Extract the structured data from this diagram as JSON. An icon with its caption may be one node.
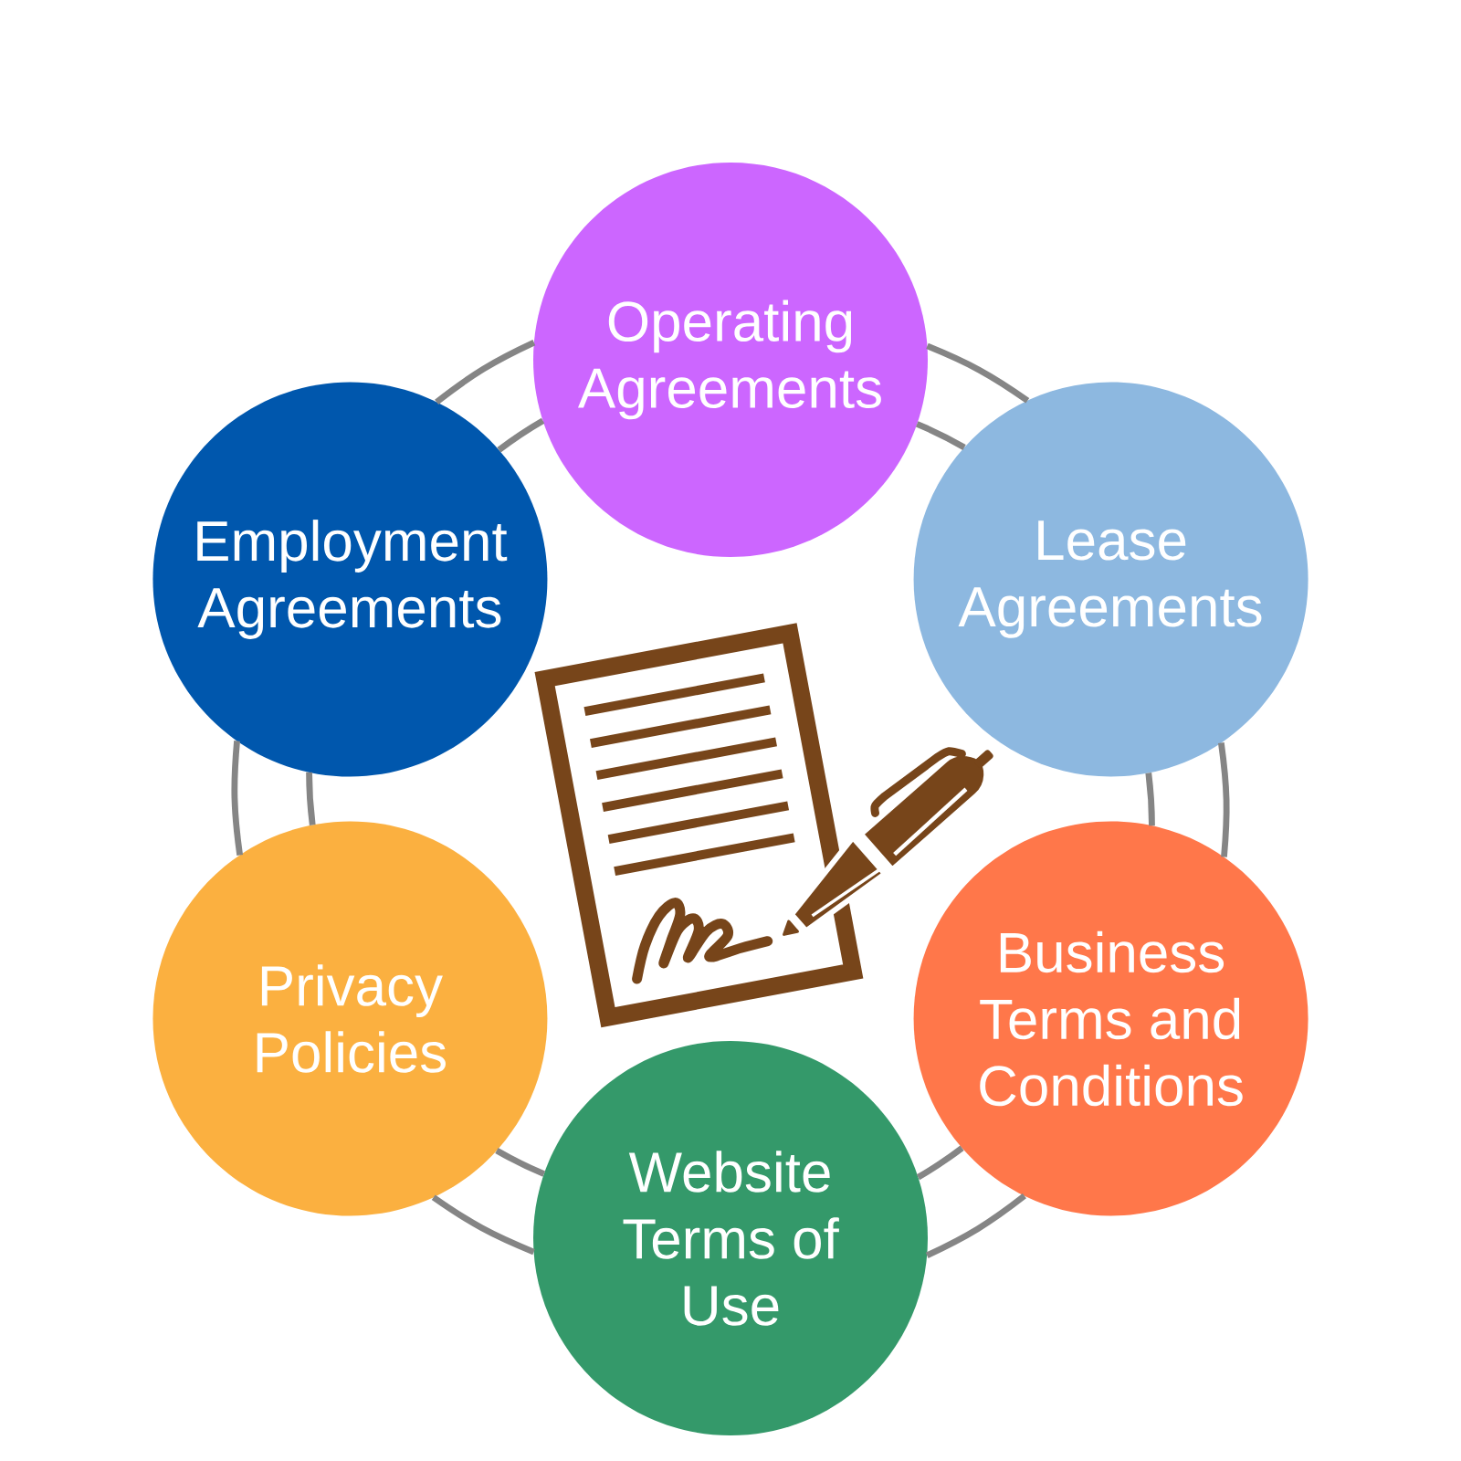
{
  "diagram": {
    "nodes": [
      {
        "text": [
          "Operating Agreements"
        ]
      },
      {
        "text": [
          "Lease Agreements"
        ]
      },
      {
        "text": [
          "Business Terms and Conditions"
        ]
      },
      {
        "text": [
          "Website Terms of Use"
        ]
      },
      {
        "text": [
          "Privacy Policies"
        ]
      },
      {
        "text": [
          "Employment Agreements"
        ]
      }
    ],
    "edges": [
      {
        "from": 0,
        "to": 1,
        "arrow": "none"
      },
      {
        "from": 0,
        "to": 1,
        "arrow": "none"
      },
      {
        "from": 1,
        "to": 2,
        "arrow": "none"
      },
      {
        "from": 1,
        "to": 2,
        "arrow": "none"
      },
      {
        "from": 2,
        "to": 3,
        "arrow": "none"
      },
      {
        "from": 2,
        "to": 3,
        "arrow": "none"
      },
      {
        "from": 3,
        "to": 4,
        "arrow": "none"
      },
      {
        "from": 3,
        "to": 4,
        "arrow": "none"
      },
      {
        "from": 4,
        "to": 5,
        "arrow": "none"
      },
      {
        "from": 4,
        "to": 5,
        "arrow": "none"
      },
      {
        "from": 5,
        "to": 0,
        "arrow": "none"
      },
      {
        "from": 5,
        "to": 0,
        "arrow": "none"
      }
    ]
  }
}
